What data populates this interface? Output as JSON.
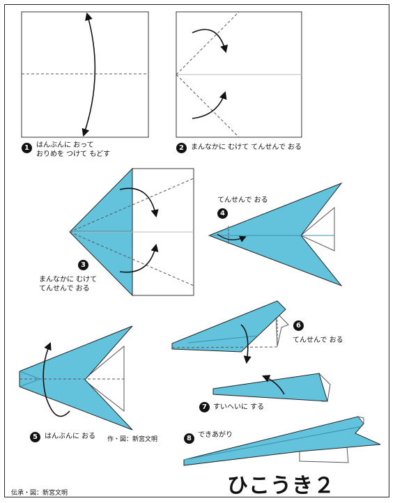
{
  "title": "ひこうき２",
  "credit_footer": "伝承・図：新宮文明",
  "credit_step5": "作・図：新宮文明",
  "colors": {
    "paper_blue": "#63c3dd",
    "outline": "#222222",
    "fold_line": "#555555"
  },
  "steps": [
    {
      "num": "1",
      "line1": "はんぶんに おって",
      "line2": "おりめを つけて もどす"
    },
    {
      "num": "2",
      "line1": "まんなかに むけて てんせんで おる",
      "line2": ""
    },
    {
      "num": "3",
      "line1": "まんなかに むけて",
      "line2": "てんせんで おる"
    },
    {
      "num": "4",
      "line1": "てんせんで おる",
      "line2": ""
    },
    {
      "num": "5",
      "line1": "はんぶんに おる",
      "line2": ""
    },
    {
      "num": "6",
      "line1": "てんせんで おる",
      "line2": ""
    },
    {
      "num": "7",
      "line1": "すいへいに する",
      "line2": ""
    },
    {
      "num": "8",
      "line1": "できあがり",
      "line2": ""
    }
  ]
}
